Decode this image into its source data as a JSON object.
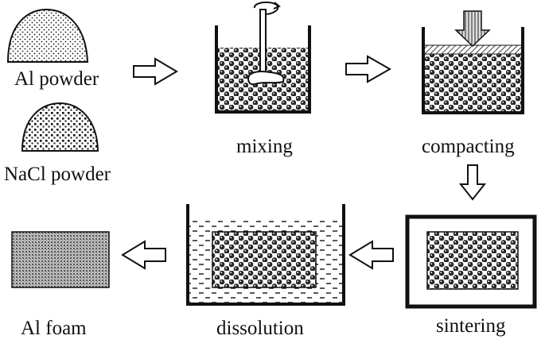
{
  "labels": {
    "al_powder": "Al powder",
    "nacl_powder": "NaCl powder",
    "mixing": "mixing",
    "compacting": "compacting",
    "sintering": "sintering",
    "dissolution": "dissolution",
    "al_foam": "Al foam"
  },
  "colors": {
    "ink": "#111111",
    "paper": "#ffffff",
    "ball": "#2a2a2a"
  }
}
